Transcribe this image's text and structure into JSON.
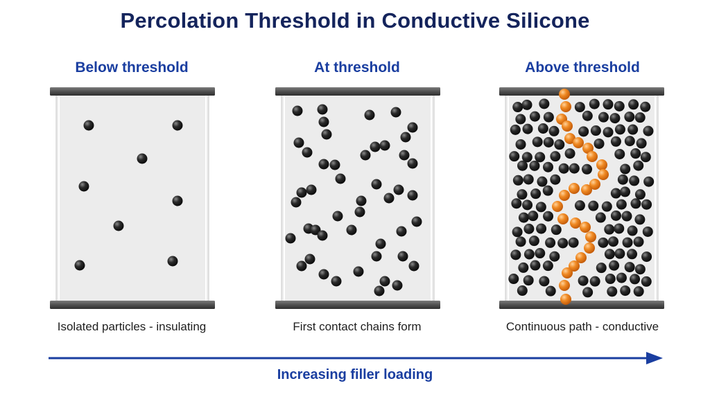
{
  "title": "Percolation Threshold in Conductive Silicone",
  "panels": [
    {
      "title": "Below threshold",
      "caption": "Isolated particles - insulating"
    },
    {
      "title": "At threshold",
      "caption": "First contact chains form"
    },
    {
      "title": "Above threshold",
      "caption": "Continuous path - conductive"
    }
  ],
  "arrow_label": "Increasing filler loading",
  "colors": {
    "title": "#14245c",
    "accent": "#1a3ea0",
    "electrode": "#505050",
    "matrix": "#ececec",
    "particle": "#1e1e1e",
    "path_particle": "#f08a24"
  }
}
